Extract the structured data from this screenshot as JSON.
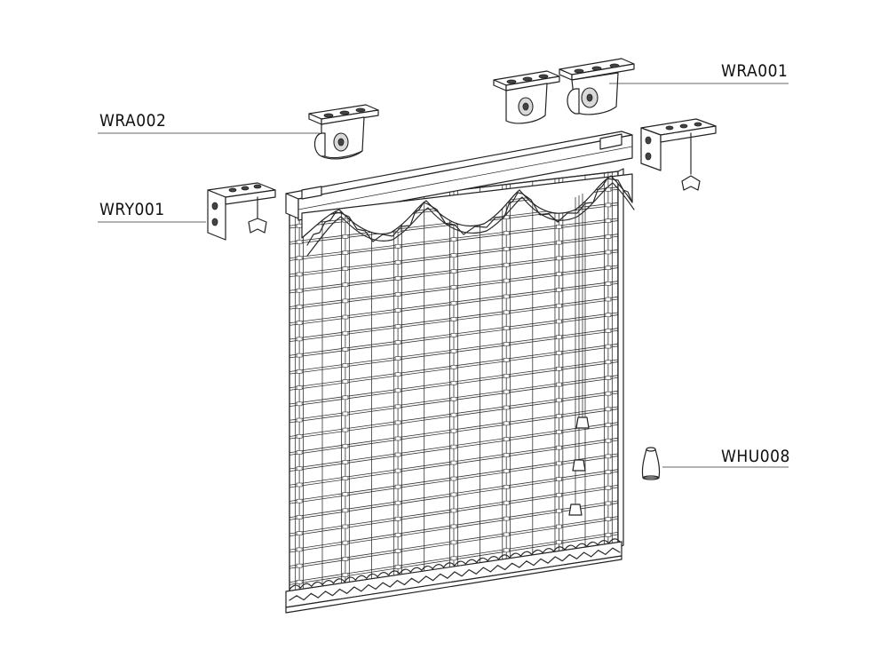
{
  "callouts": {
    "wra001": {
      "label": "WRA001"
    },
    "wra002": {
      "label": "WRA002"
    },
    "wry001": {
      "label": "WRY001"
    },
    "whu008": {
      "label": "WHU008"
    }
  },
  "colors": {
    "line": "#2a2a2a",
    "background": "#ffffff"
  }
}
